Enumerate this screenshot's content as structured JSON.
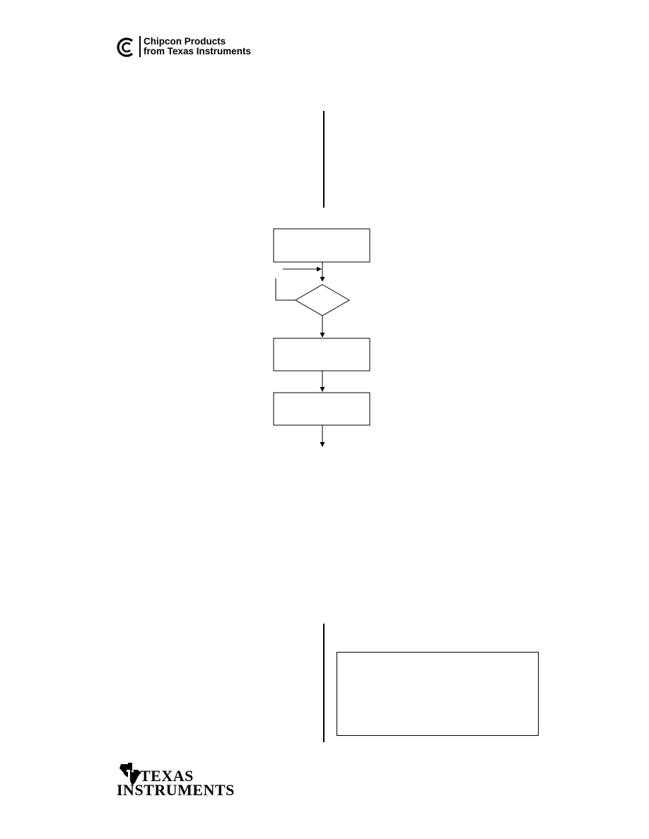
{
  "header": {
    "logo_line1": "Chipcon Products",
    "logo_line2": "from Texas Instruments"
  },
  "flowchart": {
    "box1_label": "",
    "decision_label": "",
    "box2_label": "",
    "box3_label": ""
  },
  "note": {
    "text": ""
  },
  "footer": {
    "logo_word1": "TEXAS",
    "logo_word2": "INSTRUMENTS"
  },
  "colors": {
    "ink": "#000000",
    "background": "#ffffff"
  }
}
